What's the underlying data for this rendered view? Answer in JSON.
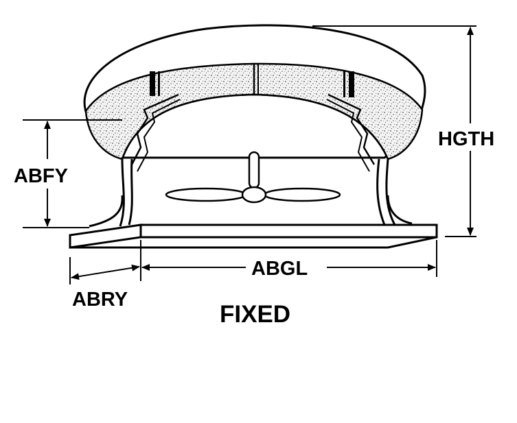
{
  "labels": {
    "hgth": "HGTH",
    "abfy": "ABFY",
    "abgl": "ABGL",
    "abry": "ABRY",
    "caption": "FIXED"
  },
  "colors": {
    "ink": "#000000",
    "paper": "#ffffff",
    "foam_fill": "#f2f2f2"
  },
  "icons": {
    "fan": "fan-blade-icon",
    "arrow": "dimension-arrow-icon"
  }
}
